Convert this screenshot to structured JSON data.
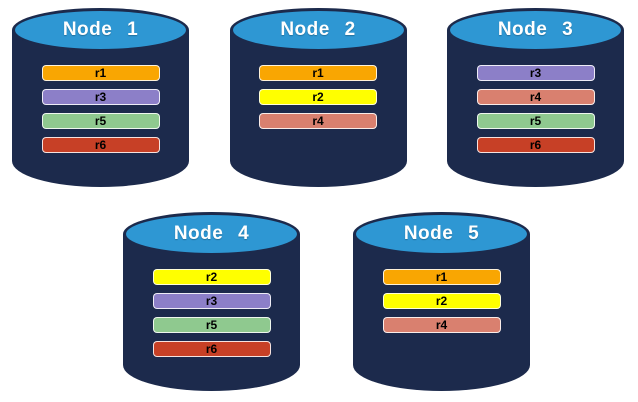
{
  "diagram": {
    "description": "Distributed database nodes with replica assignments",
    "background": "#ffffff"
  },
  "palette": {
    "cylinder_body": "#1c2a4c",
    "cylinder_top": "#2e97d3",
    "title_color": "#ffffff",
    "bar_text": "#000000"
  },
  "replica_colors": {
    "r1": "#f9a602",
    "r2": "#ffff00",
    "r3": "#8c7fc8",
    "r4": "#d9806f",
    "r5": "#8fc98f",
    "r6": "#c74026"
  },
  "nodes": [
    {
      "label": "Node 1",
      "row": "top",
      "replicas": [
        "r1",
        "r3",
        "r5",
        "r6"
      ]
    },
    {
      "label": "Node 2",
      "row": "top",
      "replicas": [
        "r1",
        "r2",
        "r4"
      ]
    },
    {
      "label": "Node 3",
      "row": "top",
      "replicas": [
        "r3",
        "r4",
        "r5",
        "r6"
      ]
    },
    {
      "label": "Node 4",
      "row": "bottom",
      "replicas": [
        "r2",
        "r3",
        "r5",
        "r6"
      ]
    },
    {
      "label": "Node 5",
      "row": "bottom",
      "replicas": [
        "r1",
        "r2",
        "r4"
      ]
    }
  ]
}
